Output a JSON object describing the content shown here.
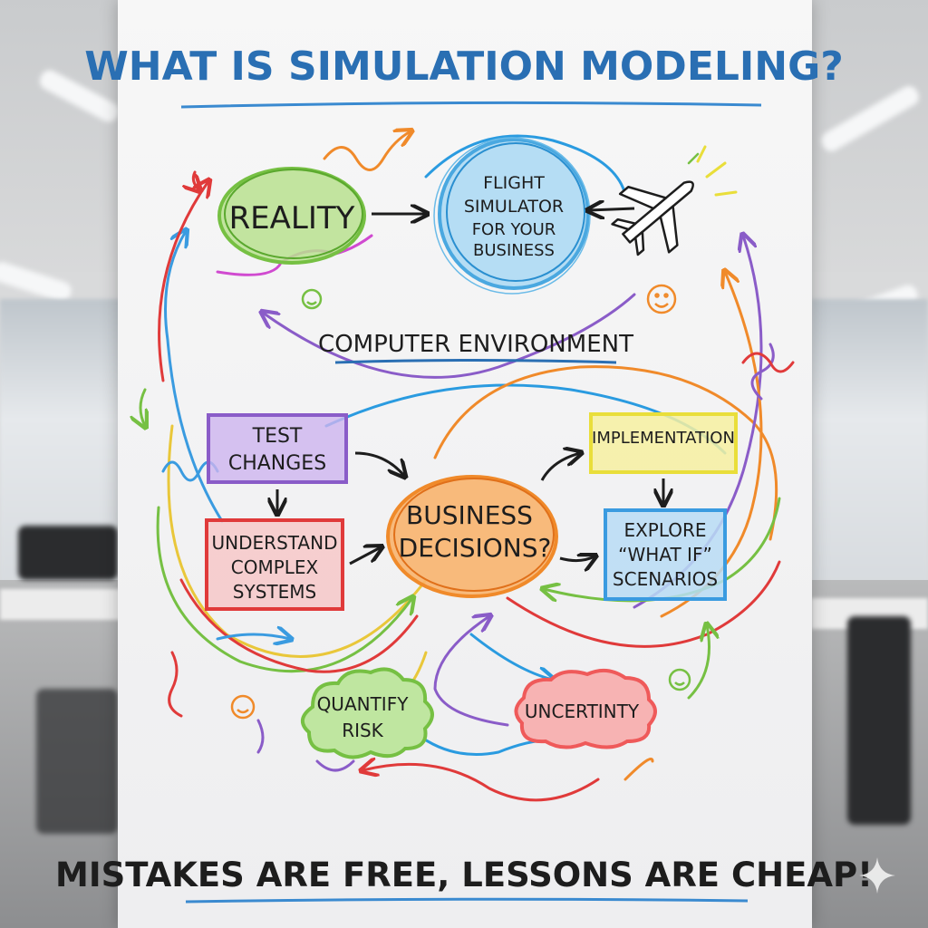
{
  "title": "WHAT IS SIMULATION MODELING?",
  "nodes": {
    "reality": "REALITY",
    "simulator": [
      "FLIGHT",
      "SIMULATOR",
      "FOR YOUR",
      "BUSINESS"
    ],
    "computer_env": "COMPUTER ENVIRONMENT",
    "test_changes": [
      "TEST",
      "CHANGES"
    ],
    "understand": [
      "UNDERSTAND",
      "COMPLEX",
      "SYSTEMS"
    ],
    "business": [
      "BUSINESS",
      "DECISIONS?"
    ],
    "implementation": "IMPLEMENTATION",
    "explore": [
      "EXPLORE",
      "“WHAT IF”",
      "SCENARIOS"
    ],
    "quantify": [
      "QUANTIFY",
      "RISK"
    ],
    "uncertainty": "UNCERTINTY"
  },
  "tagline": "MISTAKES ARE FREE, LESSONS ARE CHEAP!",
  "colors": {
    "title": "#2a6fb3",
    "reality": "#76c043",
    "simulator": "#4aa8e0",
    "test_changes": "#8a5cc8",
    "understand": "#e03a3a",
    "business": "#f08a2a",
    "implementation": "#e9de3a",
    "explore": "#3a9be0",
    "quantify": "#7ed05a",
    "uncertainty": "#ef5a5a"
  },
  "icons": [
    "airplane-icon",
    "smiley-icon",
    "sparkle-icon"
  ]
}
